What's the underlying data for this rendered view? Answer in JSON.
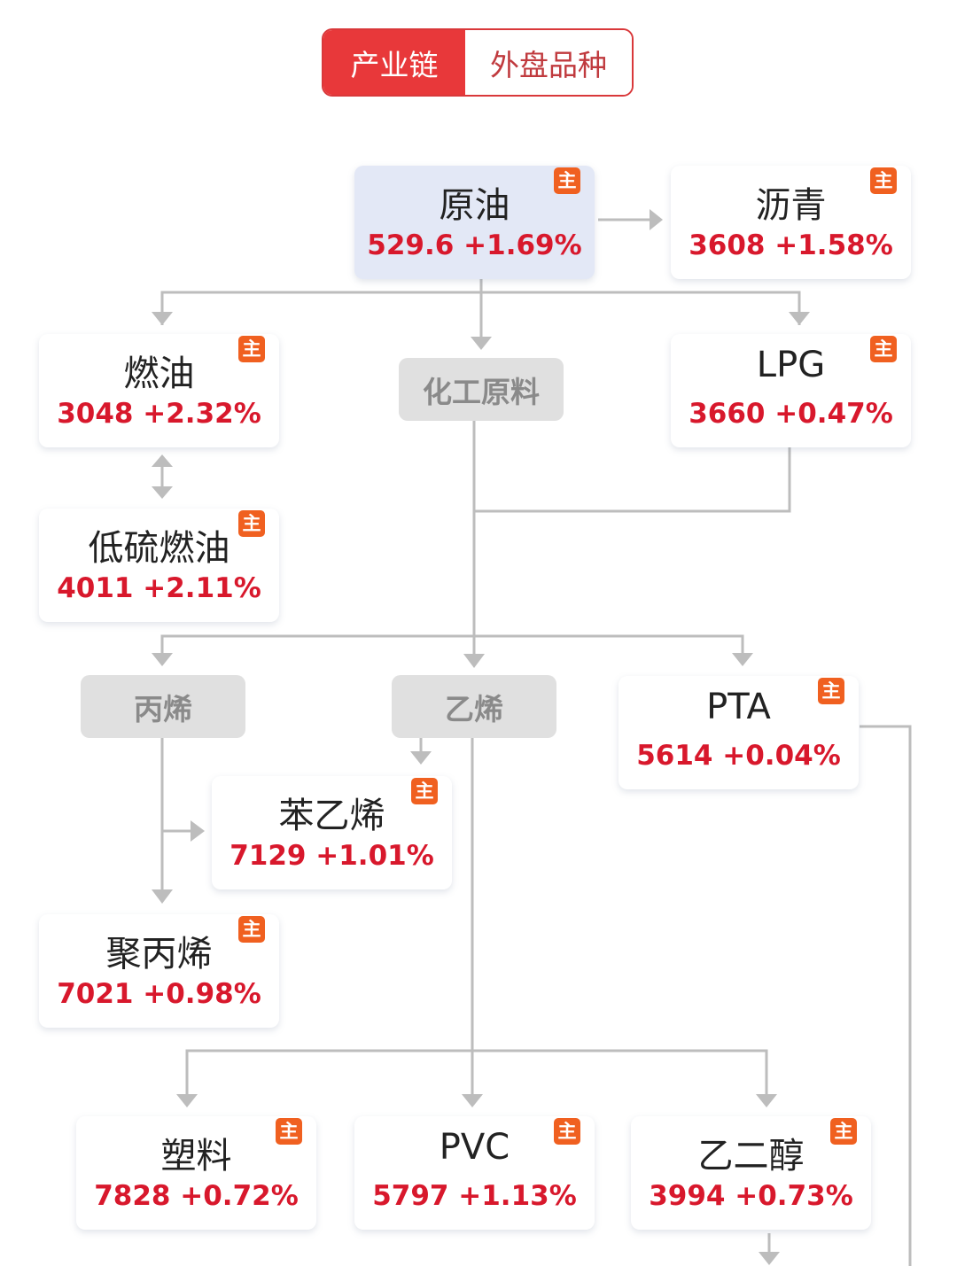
{
  "tabs": [
    {
      "label": "产业链",
      "active": true
    },
    {
      "label": "外盘品种",
      "active": false
    }
  ],
  "badge_label": "主",
  "colors": {
    "accent": "#e8383a",
    "up": "#d8182c",
    "badge": "#f06020",
    "line": "#bdbdbd"
  },
  "nodes": {
    "crude": {
      "name": "原油",
      "price": "529.6",
      "change": "+1.69%"
    },
    "asphalt": {
      "name": "沥青",
      "price": "3608",
      "change": "+1.58%"
    },
    "fuel": {
      "name": "燃油",
      "price": "3048",
      "change": "+2.32%"
    },
    "lpg": {
      "name": "LPG",
      "price": "3660",
      "change": "+0.47%"
    },
    "lsfuel": {
      "name": "低硫燃油",
      "price": "4011",
      "change": "+2.11%"
    },
    "pta": {
      "name": "PTA",
      "price": "5614",
      "change": "+0.04%"
    },
    "styrene": {
      "name": "苯乙烯",
      "price": "7129",
      "change": "+1.01%"
    },
    "pp": {
      "name": "聚丙烯",
      "price": "7021",
      "change": "+0.98%"
    },
    "plastic": {
      "name": "塑料",
      "price": "7828",
      "change": "+0.72%"
    },
    "pvc": {
      "name": "PVC",
      "price": "5797",
      "change": "+1.13%"
    },
    "eg": {
      "name": "乙二醇",
      "price": "3994",
      "change": "+0.73%"
    }
  },
  "groups": {
    "chem": "化工原料",
    "propylene": "丙烯",
    "ethylene": "乙烯"
  }
}
